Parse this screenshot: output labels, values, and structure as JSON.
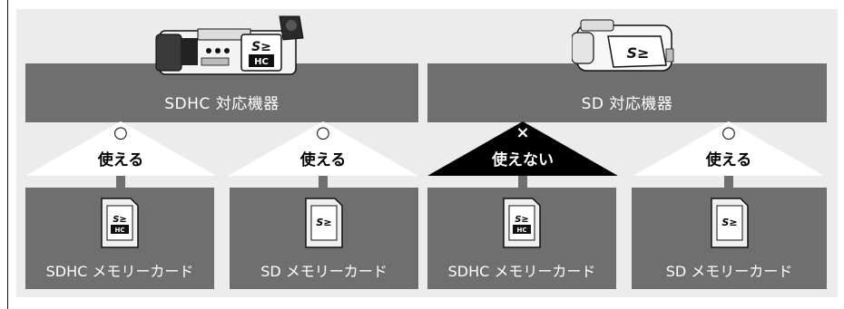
{
  "devices": [
    {
      "label": "SDHC 対応機器",
      "camera_icon": "camcorder-sdhc-icon"
    },
    {
      "label": "SD 対応機器",
      "camera_icon": "camcorder-sd-icon"
    }
  ],
  "cases": [
    {
      "symbol": "○",
      "status": "使える",
      "card_label": "SDHC メモリーカード",
      "card_type": "SDHC",
      "usable": true
    },
    {
      "symbol": "○",
      "status": "使える",
      "card_label": "SD メモリーカード",
      "card_type": "SD",
      "usable": true
    },
    {
      "symbol": "×",
      "status": "使えない",
      "card_label": "SDHC メモリーカード",
      "card_type": "SDHC",
      "usable": false
    },
    {
      "symbol": "○",
      "status": "使える",
      "card_label": "SD メモリーカード",
      "card_type": "SD",
      "usable": true
    }
  ],
  "colors": {
    "panel": "#ececec",
    "bar": "#6f6f6f",
    "usable_fill": "#ffffff",
    "unusable_fill": "#000000"
  }
}
